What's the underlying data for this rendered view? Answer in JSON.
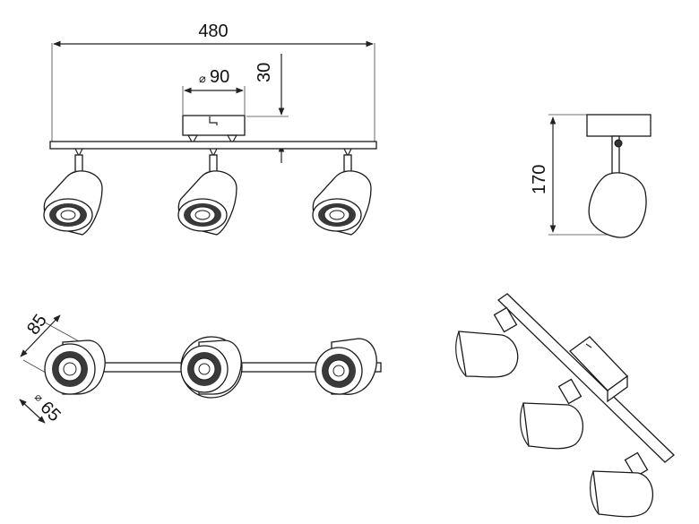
{
  "dimensions": {
    "total_length": "480",
    "base_diameter_symbol": "⌀",
    "base_diameter": "90",
    "base_height": "30",
    "single_height": "170",
    "head_length": "85",
    "head_diameter_symbol": "⌀",
    "head_diameter": "65"
  },
  "colors": {
    "line": "#222222",
    "background": "#ffffff",
    "lens": "#3a3a3a"
  }
}
